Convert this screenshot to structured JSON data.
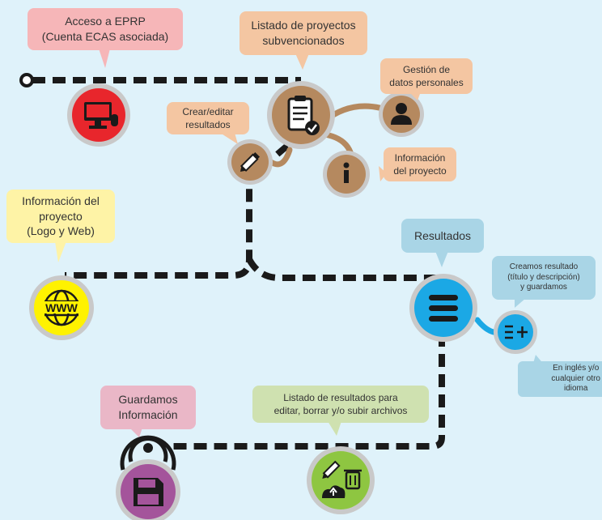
{
  "colors": {
    "background": "#dff2fa",
    "path": "#1a1a1a",
    "red": "#e8262c",
    "brown": "#b5895f",
    "yellow": "#fff200",
    "blue": "#1ba8e5",
    "purple": "#a4549b",
    "green": "#8ec641",
    "bubble_pink": "#f6b6b8",
    "bubble_peach": "#f4c6a2",
    "bubble_yellow": "#fef3a6",
    "bubble_blue": "#a9d5e6",
    "bubble_mauve": "#eab7c7",
    "bubble_green": "#cfe1b0"
  },
  "bubbles": {
    "acceso": "Acceso a EPRP\n(Cuenta ECAS asociada)",
    "listado": "Listado de proyectos\nsubvencionados",
    "gestion": "Gestión de\ndatos personales",
    "crear": "Crear/editar\nresultados",
    "info_proyecto_small": "Información\ndel proyecto",
    "info_proyecto": "Información del\nproyecto\n(Logo y Web)",
    "resultados": "Resultados",
    "creamos": "Creamos resultado\n(título y descripción)\ny guardamos",
    "idioma": "En inglés y/o\ncualquier otro\nidioma",
    "guardamos": "Guardamos\nInformación",
    "listado_resultados": "Listado de resultados para\neditar, borrar y/o subir archivos"
  },
  "nodes": {
    "www_label": "WWW"
  }
}
